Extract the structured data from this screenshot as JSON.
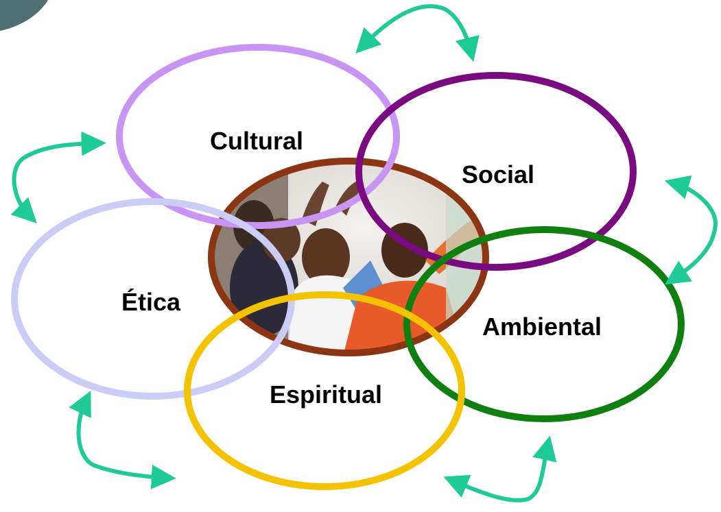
{
  "diagram": {
    "dimensions": [
      {
        "id": "cultural",
        "label": "Cultural",
        "color": "#c995f5"
      },
      {
        "id": "social",
        "label": "Social",
        "color": "#7a0a80"
      },
      {
        "id": "etica",
        "label": "Ética",
        "color": "#cccdf7"
      },
      {
        "id": "ambiental",
        "label": "Ambiental",
        "color": "#0f7f0f"
      },
      {
        "id": "espiritual",
        "label": "Espiritual",
        "color": "#f5c200"
      }
    ],
    "center": {
      "image": "children-photo",
      "border_color": "#8b3512"
    },
    "arrow_color": "#1ecb96"
  }
}
